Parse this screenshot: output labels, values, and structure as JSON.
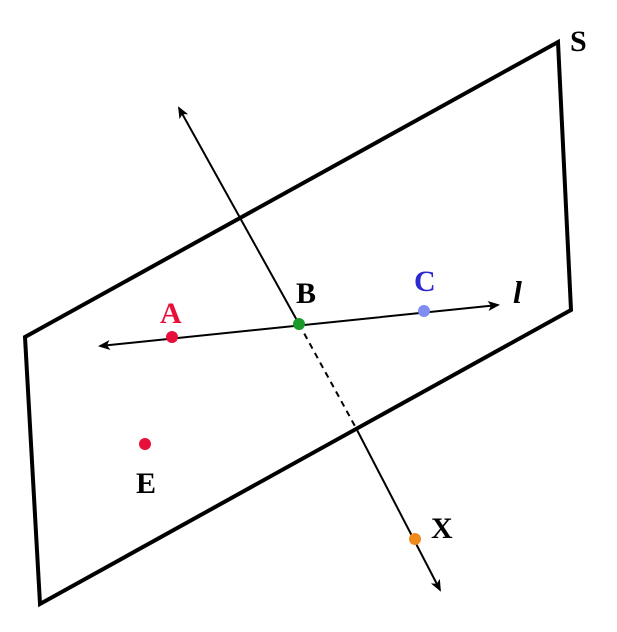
{
  "labels": {
    "plane": "S",
    "line": "l",
    "point_a": "A",
    "point_b": "B",
    "point_c": "C",
    "point_e": "E",
    "point_x": "X"
  },
  "colors": {
    "outline": "#000000",
    "point_a": "#e8103a",
    "point_b": "#1a9a2a",
    "point_c": "#7f8cf0",
    "label_c": "#2a2ad0",
    "point_e": "#e8103a",
    "point_x": "#f08a1a"
  }
}
